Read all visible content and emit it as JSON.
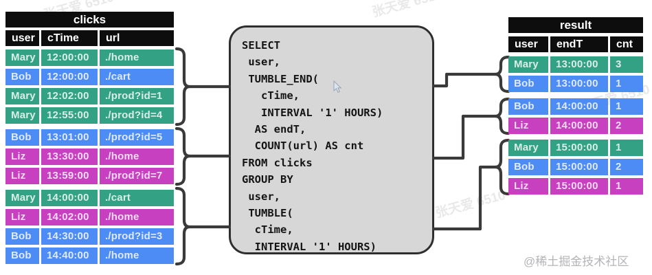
{
  "colors": {
    "row-green": "#33a183",
    "row-blue": "#4e8cf5",
    "row-magenta": "#c640bf",
    "table-header-bg": "#0d0d0d",
    "connector": "#3a3a3a",
    "sql-box-bg": "#d7d7d7",
    "sql-box-border": "#2e2e2e"
  },
  "left_table": {
    "title": "clicks",
    "columns": [
      "user",
      "cTime",
      "url"
    ],
    "groups": [
      [
        {
          "user": "Mary",
          "cTime": "12:00:00",
          "url": "./home",
          "color": "green"
        },
        {
          "user": "Bob",
          "cTime": "12:00:00",
          "url": "./cart",
          "color": "blue"
        },
        {
          "user": "Mary",
          "cTime": "12:02:00",
          "url": "./prod?id=1",
          "color": "green"
        },
        {
          "user": "Mary",
          "cTime": "12:55:00",
          "url": "./prod?id=4",
          "color": "green"
        }
      ],
      [
        {
          "user": "Bob",
          "cTime": "13:01:00",
          "url": "./prod?id=5",
          "color": "blue"
        },
        {
          "user": "Liz",
          "cTime": "13:30:00",
          "url": "./home",
          "color": "magenta"
        },
        {
          "user": "Liz",
          "cTime": "13:59:00",
          "url": "./prod?id=7",
          "color": "magenta"
        }
      ],
      [
        {
          "user": "Mary",
          "cTime": "14:00:00",
          "url": "./cart",
          "color": "green"
        },
        {
          "user": "Liz",
          "cTime": "14:02:00",
          "url": "./home",
          "color": "magenta"
        },
        {
          "user": "Bob",
          "cTime": "14:30:00",
          "url": "./prod?id=3",
          "color": "blue"
        },
        {
          "user": "Bob",
          "cTime": "14:40:00",
          "url": "./home",
          "color": "blue"
        }
      ]
    ]
  },
  "sql": {
    "code": "SELECT\n user,\n TUMBLE_END(\n   cTime,\n   INTERVAL '1' HOURS)\n  AS endT,\n  COUNT(url) AS cnt\nFROM clicks\nGROUP BY\n user,\n TUMBLE(\n  cTime,\n  INTERVAL '1' HOURS)"
  },
  "right_table": {
    "title": "result",
    "columns": [
      "user",
      "endT",
      "cnt"
    ],
    "groups": [
      [
        {
          "user": "Mary",
          "endT": "13:00:00",
          "cnt": "3",
          "color": "green"
        },
        {
          "user": "Bob",
          "endT": "13:00:00",
          "cnt": "1",
          "color": "blue"
        }
      ],
      [
        {
          "user": "Bob",
          "endT": "14:00:00",
          "cnt": "1",
          "color": "blue"
        },
        {
          "user": "Liz",
          "endT": "14:00:00",
          "cnt": "2",
          "color": "magenta"
        }
      ],
      [
        {
          "user": "Mary",
          "endT": "15:00:00",
          "cnt": "1",
          "color": "green"
        },
        {
          "user": "Bob",
          "endT": "15:00:00",
          "cnt": "2",
          "color": "blue"
        },
        {
          "user": "Liz",
          "endT": "15:00:00",
          "cnt": "1",
          "color": "magenta"
        }
      ]
    ]
  },
  "watermarks": {
    "community": "@稀土掘金技术社区",
    "diagonal": "张天爱 6510"
  }
}
